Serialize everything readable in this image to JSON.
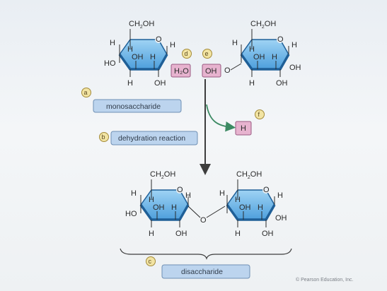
{
  "labels": {
    "monosaccharide": "monosaccharide",
    "dehydration": "dehydration reaction",
    "disaccharide": "disaccharide",
    "credit": "© Pearson Education, Inc."
  },
  "markers": {
    "a": "a",
    "b": "b",
    "c": "c",
    "d": "d",
    "e": "e",
    "f": "f"
  },
  "boxes": {
    "water": "H₂O",
    "hydroxyl": "OH",
    "hydrogen": "H"
  },
  "atoms": {
    "ch2oh": "CH",
    "ch2oh_sub": "2",
    "ch2oh_tail": "OH",
    "o": "O",
    "h": "H",
    "oh": "OH",
    "ho": "HO"
  },
  "colors": {
    "ring_fill": "#6fb8ea",
    "ring_edge": "#1f5f97",
    "label_box": "#bcd4ee",
    "label_border": "#6e8fb4",
    "pink_box": "#e7b3cf",
    "marker_fill": "#f2e4a3",
    "arrow_green": "#3c8a63"
  }
}
